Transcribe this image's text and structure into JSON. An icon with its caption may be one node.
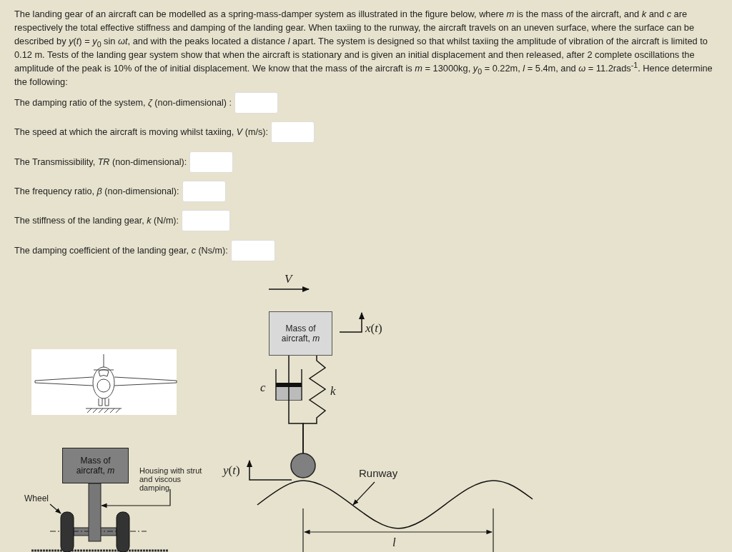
{
  "diagram": {
    "nodes": [
      {
        "text": [
          "Mass of aircraft, *m*"
        ]
      },
      {
        "text": [],
        "shape": "circle"
      },
      {
        "text": [
          "Runway"
        ]
      },
      {
        "text": [],
        "shape": "curve"
      },
      {
        "text": [
          "Mass of aircraft, *m*"
        ]
      },
      {
        "text": [
          "Housing with strut and viscous damping"
        ]
      },
      {
        "text": [],
        "shape": "bar"
      },
      {
        "text": [
          "Wheel"
        ]
      },
      {
        "text": [],
        "shape": "wheel"
      },
      {
        "text": [],
        "shape": "wheel"
      }
    ],
    "edges": [
      {
        "from": 2,
        "to": 3,
        "arrow": "to"
      },
      {
        "from": 5,
        "to": 6,
        "arrow": "to"
      },
      {
        "from": 7,
        "to": 8,
        "arrow": "to"
      },
      {
        "from": 0,
        "to": 1,
        "arrow": "none"
      },
      {
        "from": 0,
        "to": 1,
        "arrow": "none"
      }
    ],
    "labels": [
      "The landing gear of an aircraft can be modelled as a spring-mass-damper system as illustrated in the figure below, where *m* is the mass of the aircraft, and *k* and *c* are respectively the total effective stiffness and damping of the landing gear. When taxiing to the runway, the aircraft travels on an uneven surface, where the surface can be described by *y*(*t*) = *y*$_{0}$ sin *ωt*, and with the peaks located a distance *l* apart. The system is designed so that whilst taxiing the amplitude of vibration of the aircraft is limited to 0.12 m. Tests of the landing gear system show that when the aircraft is stationary and is given an initial displacement and then released, after 2 complete oscillations the amplitude of the peak is 10% of the of initial displacement. We know that the mass of the aircraft is *m* = 13000kg, *y*$_{0}$ = 0.22m, *l* = 5.4m, and *ω* = 11.2rads$^{-1}$. Hence determine the following:",
      "The damping ratio of the system, *ζ* (non-dimensional) :",
      "The speed at which the aircraft is moving whilst taxiing, *V* (m/s):",
      "The Transmissibility, *TR* (non-dimensional):",
      "The frequency ratio, *β* (non-dimensional):",
      "The stiffness of the landing gear, *k* (N/m):",
      "The damping coefficient of the landing gear, *c* (Ns/m):",
      "V",
      "*x*(*t*)",
      "c",
      "k",
      "*y*(*t*)",
      "l"
    ]
  }
}
